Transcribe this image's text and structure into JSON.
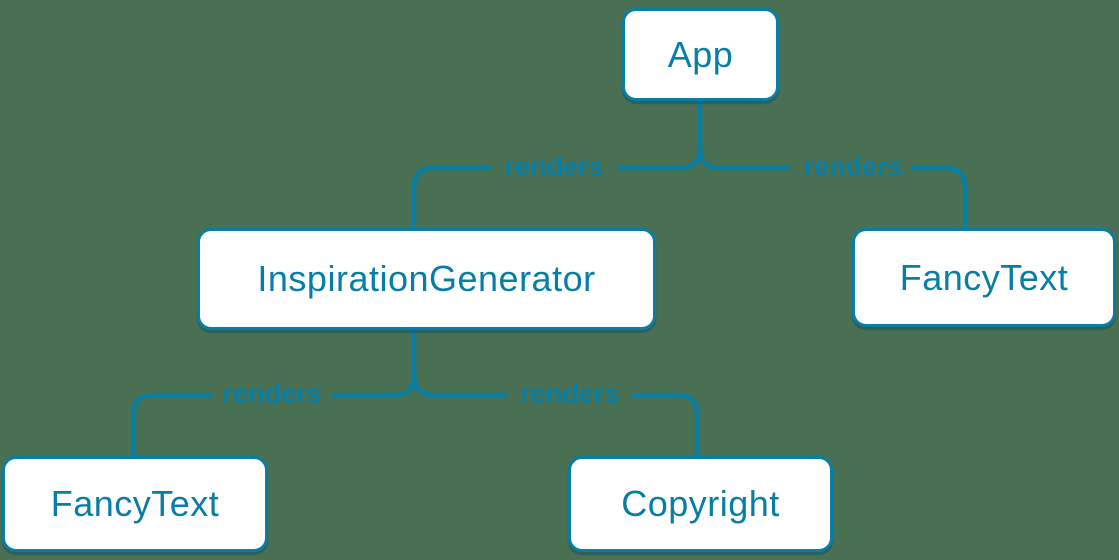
{
  "diagram": {
    "type": "component-render-tree",
    "colors": {
      "background": "#497052",
      "accent": "#087ea4",
      "node_fill": "#ffffff"
    },
    "nodes": [
      {
        "id": "app",
        "label": "App"
      },
      {
        "id": "inspiration-generator",
        "label": "InspirationGenerator"
      },
      {
        "id": "fancy-text-right",
        "label": "FancyText"
      },
      {
        "id": "fancy-text-left",
        "label": "FancyText"
      },
      {
        "id": "copyright",
        "label": "Copyright"
      }
    ],
    "edges": [
      {
        "from": "App",
        "to": "InspirationGenerator",
        "label": "renders"
      },
      {
        "from": "App",
        "to": "FancyText",
        "label": "renders"
      },
      {
        "from": "InspirationGenerator",
        "to": "FancyText",
        "label": "renders"
      },
      {
        "from": "InspirationGenerator",
        "to": "Copyright",
        "label": "renders"
      }
    ]
  }
}
